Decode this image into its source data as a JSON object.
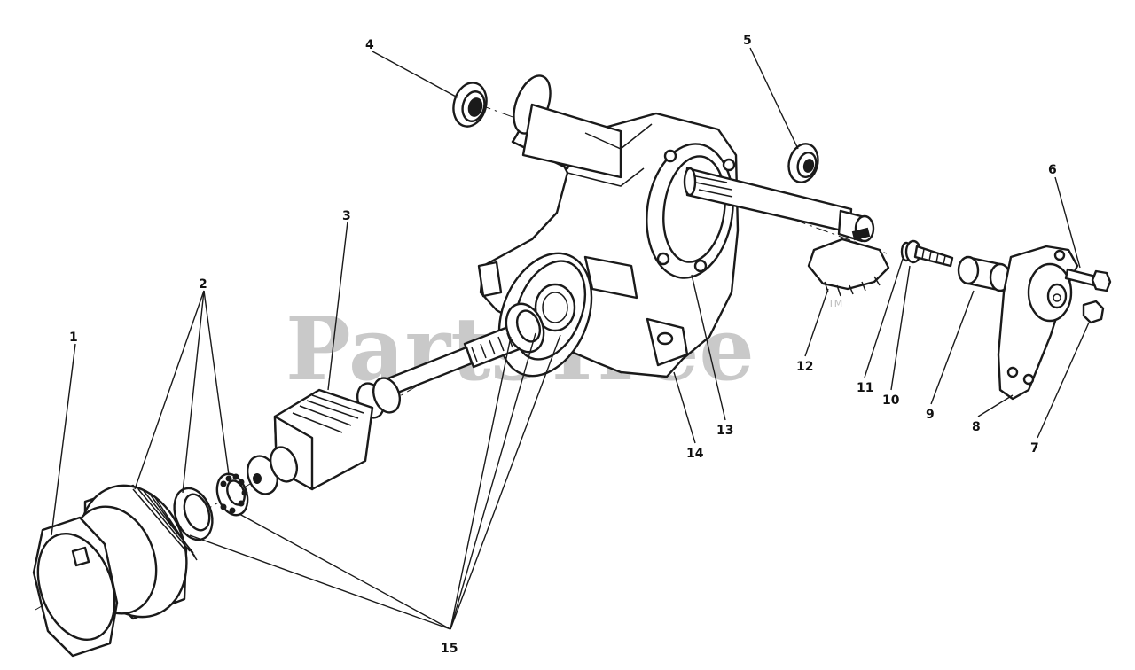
{
  "watermark": {
    "text": "PartsTree",
    "mark": "TM",
    "color": "#c9c9c9"
  },
  "colors": {
    "ink": "#1a1a1a",
    "paper": "#ffffff"
  },
  "callouts": [
    {
      "id": "1",
      "label": "1"
    },
    {
      "id": "2",
      "label": "2"
    },
    {
      "id": "3",
      "label": "3"
    },
    {
      "id": "4",
      "label": "4"
    },
    {
      "id": "5",
      "label": "5"
    },
    {
      "id": "6",
      "label": "6"
    },
    {
      "id": "7",
      "label": "7"
    },
    {
      "id": "8",
      "label": "8"
    },
    {
      "id": "9",
      "label": "9"
    },
    {
      "id": "10",
      "label": "10"
    },
    {
      "id": "11",
      "label": "11"
    },
    {
      "id": "12",
      "label": "12"
    },
    {
      "id": "13",
      "label": "13"
    },
    {
      "id": "14",
      "label": "14"
    },
    {
      "id": "15",
      "label": "15"
    }
  ]
}
